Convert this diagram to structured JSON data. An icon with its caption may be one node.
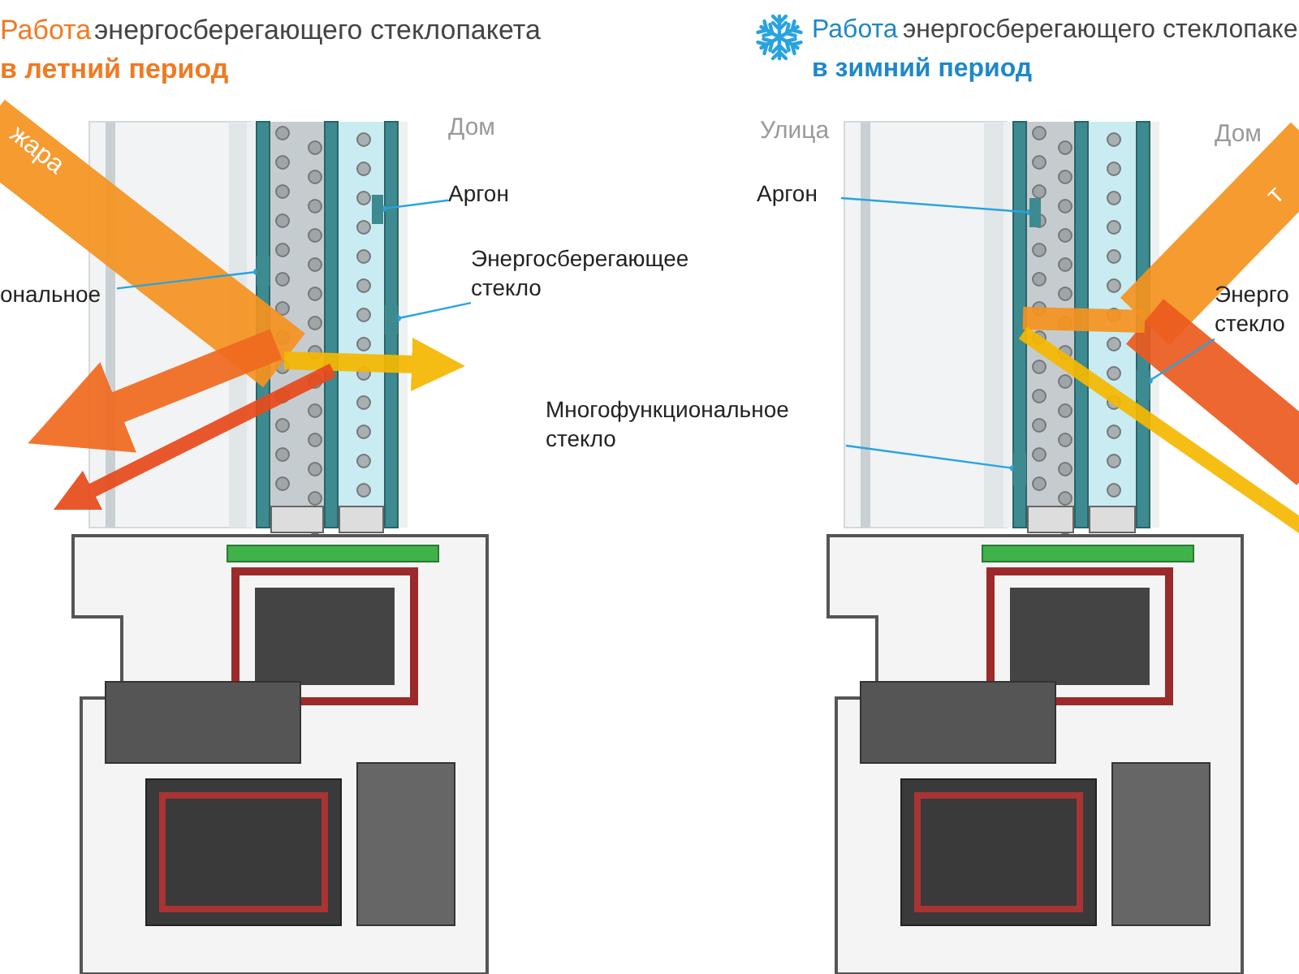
{
  "diagram": {
    "nodes": [
      {
        "text": [
          "Аргон"
        ]
      },
      {
        "text": [],
        "shape": "bar"
      },
      {
        "text": [
          "Энергосберегающее стекло"
        ]
      },
      {
        "text": [],
        "shape": "bar"
      },
      {
        "text": [
          "ональное"
        ]
      },
      {
        "text": [],
        "shape": "bar"
      },
      {
        "text": [
          "Многофункциональное стекло"
        ]
      },
      {
        "text": [],
        "shape": "bar"
      },
      {
        "text": [
          "Аргон"
        ]
      },
      {
        "text": [],
        "shape": "bar"
      },
      {
        "text": [
          "Энерго стекло"
        ]
      },
      {
        "text": [],
        "shape": "bar"
      }
    ],
    "edges": [
      {
        "from": 0,
        "to": 1,
        "arrow": "other"
      },
      {
        "from": 2,
        "to": 3,
        "arrow": "other"
      },
      {
        "from": 4,
        "to": 5,
        "arrow": "other"
      },
      {
        "from": 6,
        "to": 7,
        "arrow": "other"
      },
      {
        "from": 8,
        "to": 9,
        "arrow": "other"
      },
      {
        "from": 10,
        "to": 11,
        "arrow": "other"
      }
    ],
    "labels": [
      "Работа",
      "энергосберегающего стеклопакета",
      "в летний период",
      "жара",
      "Дом",
      "Работа",
      "энергосберегающего стеклопаке",
      "в зимний период",
      "Улица",
      "Дом",
      "т"
    ]
  }
}
